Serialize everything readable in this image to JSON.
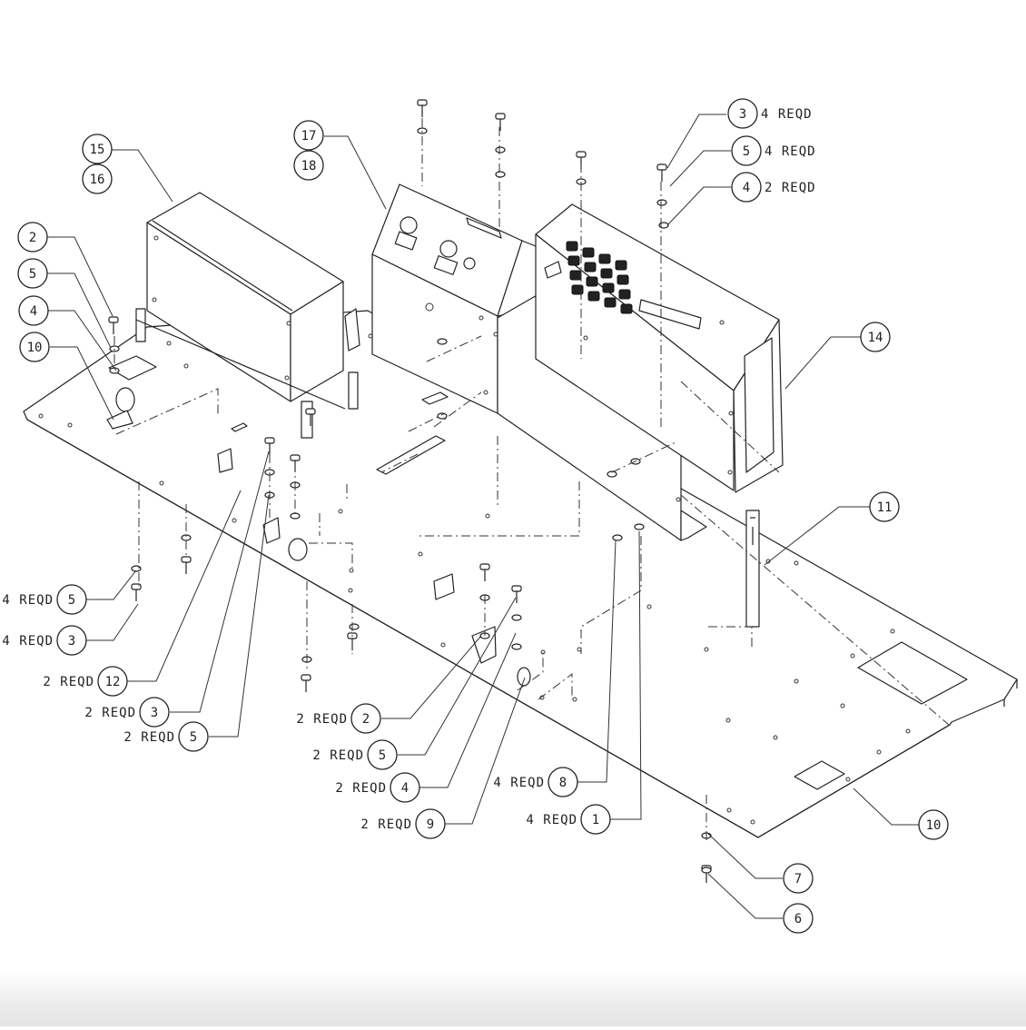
{
  "diagram": {
    "callouts": [
      {
        "id": "c15",
        "num": "15",
        "qty": ""
      },
      {
        "id": "c16",
        "num": "16",
        "qty": ""
      },
      {
        "id": "c17",
        "num": "17",
        "qty": ""
      },
      {
        "id": "c18",
        "num": "18",
        "qty": ""
      },
      {
        "id": "c3top",
        "num": "3",
        "qty": "4 REQD"
      },
      {
        "id": "c5top",
        "num": "5",
        "qty": "4 REQD"
      },
      {
        "id": "c4top",
        "num": "4",
        "qty": "2 REQD"
      },
      {
        "id": "c2left",
        "num": "2",
        "qty": ""
      },
      {
        "id": "c5left",
        "num": "5",
        "qty": ""
      },
      {
        "id": "c4left",
        "num": "4",
        "qty": ""
      },
      {
        "id": "c10left",
        "num": "10",
        "qty": ""
      },
      {
        "id": "c14",
        "num": "14",
        "qty": ""
      },
      {
        "id": "c11",
        "num": "11",
        "qty": ""
      },
      {
        "id": "c5low",
        "num": "5",
        "qty": "4 REQD"
      },
      {
        "id": "c3low",
        "num": "3",
        "qty": "4 REQD"
      },
      {
        "id": "c12",
        "num": "12",
        "qty": "2 REQD"
      },
      {
        "id": "c3mid",
        "num": "3",
        "qty": "2 REQD"
      },
      {
        "id": "c5mid",
        "num": "5",
        "qty": "2 REQD"
      },
      {
        "id": "c2mid",
        "num": "2",
        "qty": "2 REQD"
      },
      {
        "id": "c5b",
        "num": "5",
        "qty": "2 REQD"
      },
      {
        "id": "c4b",
        "num": "4",
        "qty": "2 REQD"
      },
      {
        "id": "c9",
        "num": "9",
        "qty": "2 REQD"
      },
      {
        "id": "c8",
        "num": "8",
        "qty": "4 REQD"
      },
      {
        "id": "c1",
        "num": "1",
        "qty": "4 REQD"
      },
      {
        "id": "c10right",
        "num": "10",
        "qty": ""
      },
      {
        "id": "c7",
        "num": "7",
        "qty": ""
      },
      {
        "id": "c6",
        "num": "6",
        "qty": ""
      }
    ]
  }
}
